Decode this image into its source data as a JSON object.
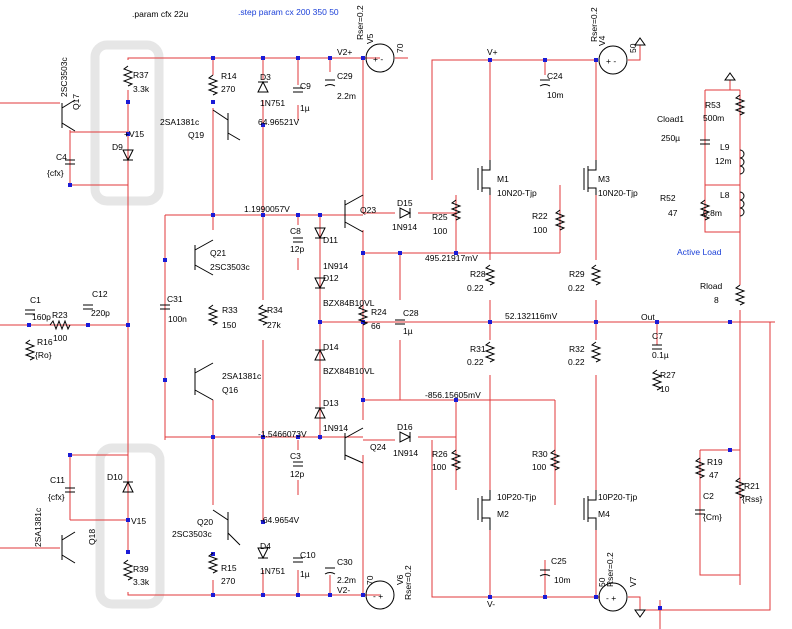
{
  "directives": {
    "param": ".param cfx 22u",
    "step": ".step param cx 200 350 50"
  },
  "sources": {
    "V5": {
      "name": "V5",
      "value": "70",
      "rser": "Rser=0.2"
    },
    "V4": {
      "name": "V4",
      "value": "50",
      "rser": "Rser=0.2"
    },
    "V6": {
      "name": "V6",
      "value": "70",
      "rser": "Rser=0.2"
    },
    "V7": {
      "name": "V7",
      "value": "50",
      "rser": "Rser=0.2"
    }
  },
  "nets": {
    "v2p": "V2+",
    "vp": "V+",
    "v2m": "V2-",
    "vm": "V-",
    "out": "Out",
    "vp15": "+V15",
    "vm15": "V15"
  },
  "voltages": {
    "q19": "64.96521V",
    "bias_top": "1.1990057V",
    "mid_top": "495.21917mV",
    "out": "52.132116mV",
    "mid_bot": "-856.15605mV",
    "bias_bot": "-1.5466073V",
    "q20": "-64.9654V"
  },
  "components": {
    "R37": [
      "R37",
      "3.3k"
    ],
    "R39": [
      "R39",
      "3.3k"
    ],
    "R14": [
      "R14",
      "270"
    ],
    "R15": [
      "R15",
      "270"
    ],
    "D3": [
      "D3",
      "1N751"
    ],
    "D4": [
      "D4",
      "1N751"
    ],
    "C9": [
      "C9",
      "1µ"
    ],
    "C10": [
      "C10",
      "1µ"
    ],
    "C29": [
      "C29",
      "2.2m"
    ],
    "C30": [
      "C30",
      "2.2m"
    ],
    "C24": [
      "C24",
      "10m"
    ],
    "C25": [
      "C25",
      "10m"
    ],
    "Q17": [
      "Q17",
      "2SC3503c"
    ],
    "Q18": [
      "Q18",
      "2SA1381c"
    ],
    "Q19": [
      "Q19",
      "2SA1381c"
    ],
    "Q20": [
      "Q20",
      "2SC3503c"
    ],
    "Q21": [
      "Q21",
      "2SC3503c"
    ],
    "Q16": [
      "Q16",
      "2SA1381c"
    ],
    "Q23": [
      "Q23"
    ],
    "Q24": [
      "Q24"
    ],
    "C4": [
      "C4",
      "{cfx}"
    ],
    "C11": [
      "C11",
      "{cfx}"
    ],
    "D9": [
      "D9"
    ],
    "D10": [
      "D10"
    ],
    "C1": [
      "C1",
      "160p"
    ],
    "R23": [
      "R23",
      "100"
    ],
    "C12": [
      "C12",
      "220p"
    ],
    "R16": [
      "R16",
      "{Ro}"
    ],
    "C31": [
      "C31",
      "100n"
    ],
    "R33": [
      "R33",
      "150"
    ],
    "R34": [
      "R34",
      "27k"
    ],
    "C8": [
      "C8",
      "12p"
    ],
    "C3": [
      "C3",
      "12p"
    ],
    "D11": [
      "D11",
      "1N914"
    ],
    "D12": [
      "D12",
      "BZX84B10VL"
    ],
    "D14": [
      "D14",
      "BZX84B10VL"
    ],
    "D13": [
      "D13",
      "1N914"
    ],
    "R24": [
      "R24",
      "66"
    ],
    "C28": [
      "C28",
      "1µ"
    ],
    "D15": [
      "D15",
      "1N914"
    ],
    "D16": [
      "D16",
      "1N914"
    ],
    "R25": [
      "R25",
      "100"
    ],
    "R26": [
      "R26",
      "100"
    ],
    "R22": [
      "R22",
      "100"
    ],
    "R30": [
      "R30",
      "100"
    ],
    "M1": [
      "M1",
      "10N20-Tjp"
    ],
    "M3": [
      "M3",
      "10N20-Tjp"
    ],
    "M2": [
      "M2",
      "10P20-Tjp"
    ],
    "M4": [
      "M4",
      "10P20-Tjp"
    ],
    "R28": [
      "R28",
      "0.22"
    ],
    "R29": [
      "R29",
      "0.22"
    ],
    "R31": [
      "R31",
      "0.22"
    ],
    "R32": [
      "R32",
      "0.22"
    ],
    "C7": [
      "C7",
      "0.1µ"
    ],
    "R27": [
      "R27",
      "10"
    ],
    "Cload1": [
      "Cload1",
      "250µ"
    ],
    "R53": [
      "R53",
      "500m"
    ],
    "L9": [
      "L9",
      "12m"
    ],
    "R52": [
      "R52",
      "47"
    ],
    "L8": [
      "L8",
      "0.8m"
    ],
    "Rload": [
      "Rload",
      "8"
    ],
    "R19": [
      "R19",
      "47"
    ],
    "C2": [
      "C2",
      "{Cm}"
    ],
    "R21": [
      "R21",
      "{Rss}"
    ]
  },
  "labels": {
    "active_load": "Active Load"
  }
}
